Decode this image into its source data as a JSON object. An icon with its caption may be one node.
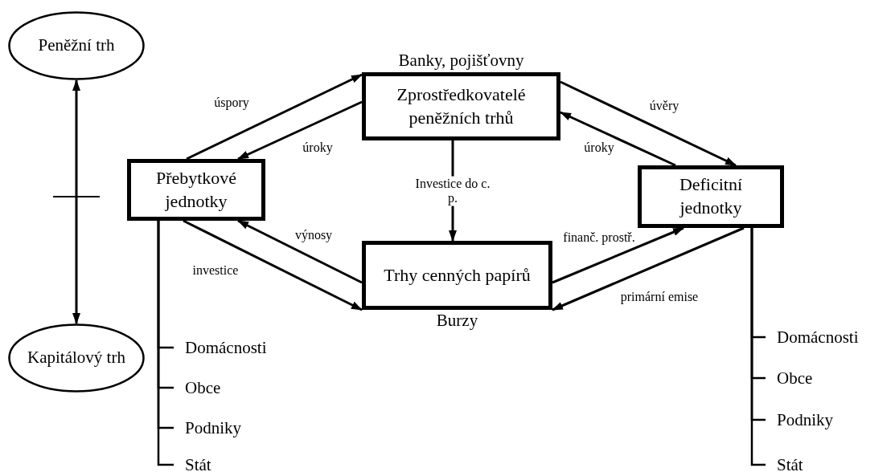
{
  "diagram": {
    "nodes": [
      {
        "text": [
          "Peněžní trh"
        ]
      },
      {
        "text": [
          "Zprostředkovatelé peněžních trhů"
        ],
        "beside": [
          "Banky, pojišťovny"
        ]
      },
      {
        "text": [
          "Přebytkové jednotky"
        ]
      },
      {
        "text": [
          "Deficitní jednotky"
        ]
      },
      {
        "text": [
          "Trhy cenných papírů"
        ],
        "beside": [
          "Burzy"
        ]
      },
      {
        "text": [
          "Kapitálový trh"
        ]
      },
      {
        "text": [
          "Domácnosti"
        ]
      },
      {
        "text": [
          "Obce"
        ]
      },
      {
        "text": [
          "Podniky"
        ]
      },
      {
        "text": [
          "Stát"
        ]
      },
      {
        "text": [
          "Domácnosti"
        ]
      },
      {
        "text": [
          "Obce"
        ]
      },
      {
        "text": [
          "Podniky"
        ]
      },
      {
        "text": [
          "Stát"
        ]
      }
    ],
    "edges": [
      {
        "from": 0,
        "to": 5,
        "arrow": "both"
      },
      {
        "from": 2,
        "to": 1,
        "arrow": "to",
        "label": "úspory"
      },
      {
        "from": 1,
        "to": 2,
        "arrow": "to",
        "label": "úroky"
      },
      {
        "from": 1,
        "to": 3,
        "arrow": "to",
        "label": "úvěry"
      },
      {
        "from": 3,
        "to": 1,
        "arrow": "to",
        "label": "úroky"
      },
      {
        "from": 1,
        "to": 4,
        "arrow": "to",
        "label": "Investice do c. p."
      },
      {
        "from": 4,
        "to": 2,
        "arrow": "to",
        "label": "výnosy"
      },
      {
        "from": 2,
        "to": 4,
        "arrow": "to",
        "label": "investice"
      },
      {
        "from": 4,
        "to": 3,
        "arrow": "to",
        "label": "finanč. prostř."
      },
      {
        "from": 3,
        "to": 4,
        "arrow": "to",
        "label": "primární emise"
      },
      {
        "from": 2,
        "to": 6,
        "arrow": "none"
      },
      {
        "from": 2,
        "to": 7,
        "arrow": "none"
      },
      {
        "from": 2,
        "to": 8,
        "arrow": "none"
      },
      {
        "from": 2,
        "to": 9,
        "arrow": "none"
      },
      {
        "from": 3,
        "to": 10,
        "arrow": "none"
      },
      {
        "from": 3,
        "to": 11,
        "arrow": "none"
      },
      {
        "from": 3,
        "to": 12,
        "arrow": "none"
      },
      {
        "from": 3,
        "to": 13,
        "arrow": "none"
      }
    ]
  }
}
